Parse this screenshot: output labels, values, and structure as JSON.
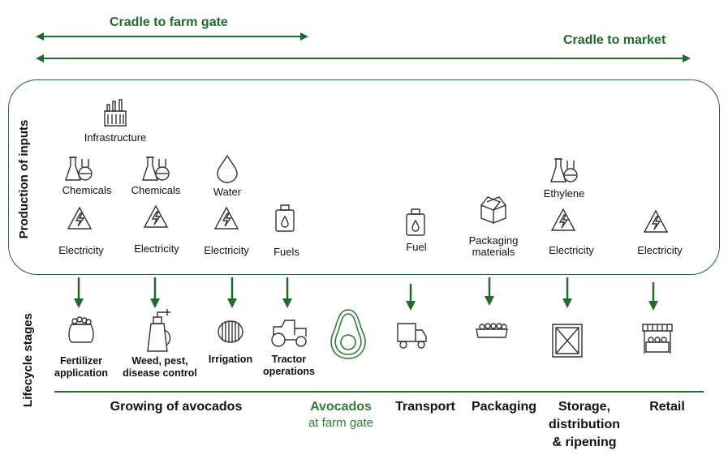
{
  "scope": {
    "farm_gate": "Cradle to farm gate",
    "market": "Cradle to market"
  },
  "side_labels": {
    "inputs": "Production of inputs",
    "stages": "Lifecycle  stages"
  },
  "inputs": {
    "infrastructure": "Infrastructure",
    "chemicals_1": "Chemicals",
    "chemicals_2": "Chemicals",
    "water": "Water",
    "ethylene": "Ethylene",
    "electricity_1": "Electricity",
    "electricity_2": "Electricity",
    "electricity_3": "Electricity",
    "fuels": "Fuels",
    "fuel": "Fuel",
    "packaging_1": "Packaging",
    "packaging_2": "materials",
    "electricity_4": "Electricity",
    "electricity_5": "Electricity"
  },
  "stages": {
    "fertilizer_1": "Fertilizer",
    "fertilizer_2": "application",
    "weed_1": "Weed, pest,",
    "weed_2": "disease control",
    "irrigation": "Irrigation",
    "tractor_1": "Tractor",
    "tractor_2": "operations"
  },
  "bottom": {
    "growing": "Growing of avocados",
    "avocados": "Avocados",
    "farm_gate": "at farm gate",
    "transport": "Transport",
    "packaging": "Packaging",
    "storage_1": "Storage,",
    "storage_2": "distribution",
    "storage_3": "& ripening",
    "retail": "Retail"
  },
  "colors": {
    "accent": "#1f6b2e",
    "avocado_outline": "#2e7d3a",
    "icon_stroke": "#333333"
  },
  "icons": [
    "factory-icon",
    "flask-icon",
    "water-drop-icon",
    "electricity-icon",
    "fuel-can-icon",
    "packaging-box-icon",
    "fertilizer-bag-icon",
    "sprayer-icon",
    "irrigation-hose-icon",
    "tractor-icon",
    "avocado-icon",
    "truck-icon",
    "tray-icon",
    "crate-icon",
    "market-stall-icon"
  ]
}
